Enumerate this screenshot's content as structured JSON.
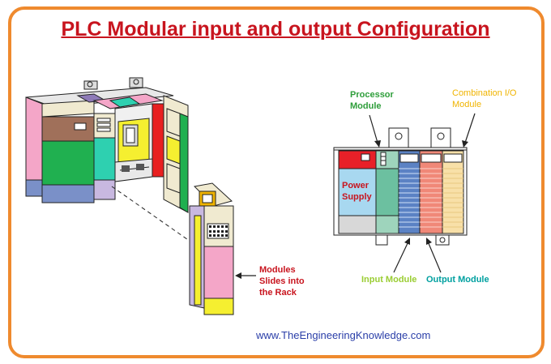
{
  "title": "PLC Modular input and output Configuration",
  "labels": {
    "processor_module": "Processor Module",
    "combination_io": "Combination I/O Module",
    "power_supply": "Power Supply",
    "input_module": "Input Module",
    "output_module": "Output Module",
    "modules_slides": "Modules Slides into the Rack"
  },
  "footer": "www.TheEngineeringKnowledge.com",
  "colors": {
    "title": "#c8141e",
    "frame": "#ef8a2e",
    "label_green": "#2e9e3a",
    "label_yellow": "#f0b400",
    "label_lime": "#9acd32",
    "label_teal": "#00a0a0",
    "label_red": "#c8141e",
    "footer": "#2a3ea8"
  }
}
